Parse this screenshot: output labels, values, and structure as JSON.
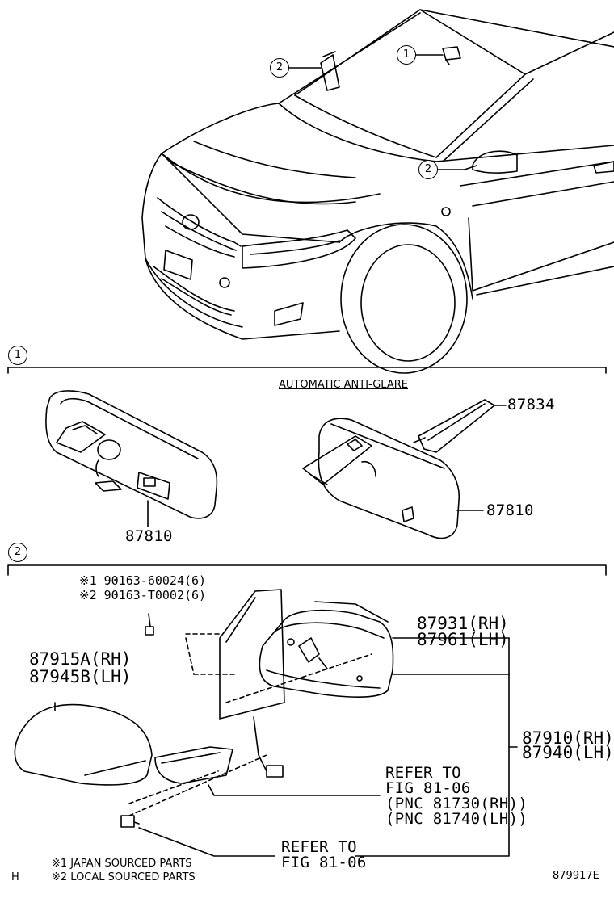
{
  "callouts": {
    "one": "1",
    "two": "2"
  },
  "section1": {
    "marker": "1",
    "title": "AUTOMATIC ANTI-GLARE",
    "part_left": "87810",
    "part_right": "87810",
    "part_cover": "87834"
  },
  "section2": {
    "marker": "2",
    "bolt_line1": "※1 90163-60024(6)",
    "bolt_line2": "※2 90163-T0002(6)",
    "cover_rh": "87915A(RH)",
    "cover_lh": "87945B(LH)",
    "housing_rh": "87931(RH)",
    "housing_lh": "87961(LH)",
    "assy_rh": "87910(RH)",
    "assy_lh": "87940(LH)",
    "refer1_l1": "REFER TO",
    "refer1_l2": "FIG 81-06",
    "refer1_l3": "(PNC 81730(RH))",
    "refer1_l4": "(PNC 81740(LH))",
    "refer2_l1": "REFER TO",
    "refer2_l2": "FIG 81-06"
  },
  "footer": {
    "note1": "※1 JAPAN SOURCED PARTS",
    "note2": "※2 LOCAL SOURCED PARTS",
    "corner": "H",
    "figure_id": "879917E"
  }
}
